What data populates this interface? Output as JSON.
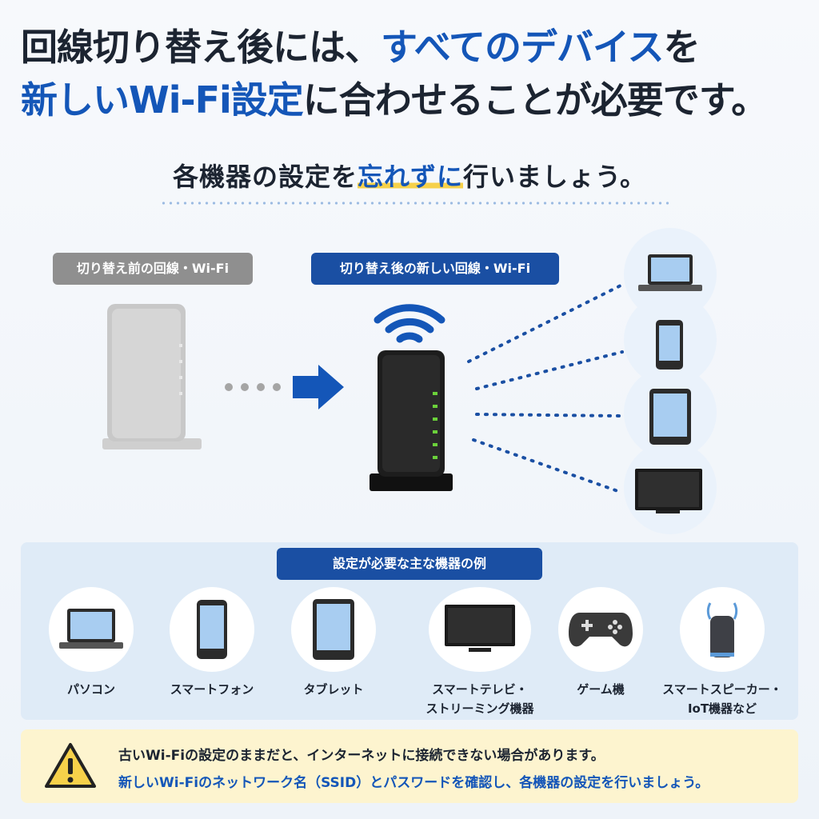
{
  "headline": {
    "l1a": "回線切り替え後には、",
    "l1b": "すべてのデバイス",
    "l1c": "を",
    "l2a": "新しいWi-Fi設定",
    "l2b": "に合わせることが必要です。"
  },
  "subhead": {
    "a": "各機器の設定を",
    "b": "忘れずに",
    "c": "行いましょう。"
  },
  "labels": {
    "old": "切り替え前の回線・Wi-Fi",
    "new": "切り替え後の新しい回線・Wi-Fi",
    "examples": "設定が必要な主な機器の例"
  },
  "devices": [
    {
      "label": "パソコン",
      "icon": "laptop-icon"
    },
    {
      "label": "スマートフォン",
      "icon": "smartphone-icon"
    },
    {
      "label": "タブレット",
      "icon": "tablet-icon"
    },
    {
      "label": "スマートテレビ・\nストリーミング機器",
      "icon": "tv-icon"
    },
    {
      "label": "ゲーム機",
      "icon": "gamepad-icon"
    },
    {
      "label": "スマートスピーカー・\nIoT機器など",
      "icon": "smart-speaker-icon"
    }
  ],
  "warning": {
    "line1": "古いWi-Fiの設定のままだと、インターネットに接続できない場合があります。",
    "line2": "新しいWi-Fiのネットワーク名（SSID）とパスワードを確認し、各機器の設定を行いましょう。"
  },
  "colors": {
    "accent": "#1456b8",
    "navy": "#1a4fa3",
    "highlight": "#f6d14a",
    "warn_bg": "#fdf4cf"
  }
}
